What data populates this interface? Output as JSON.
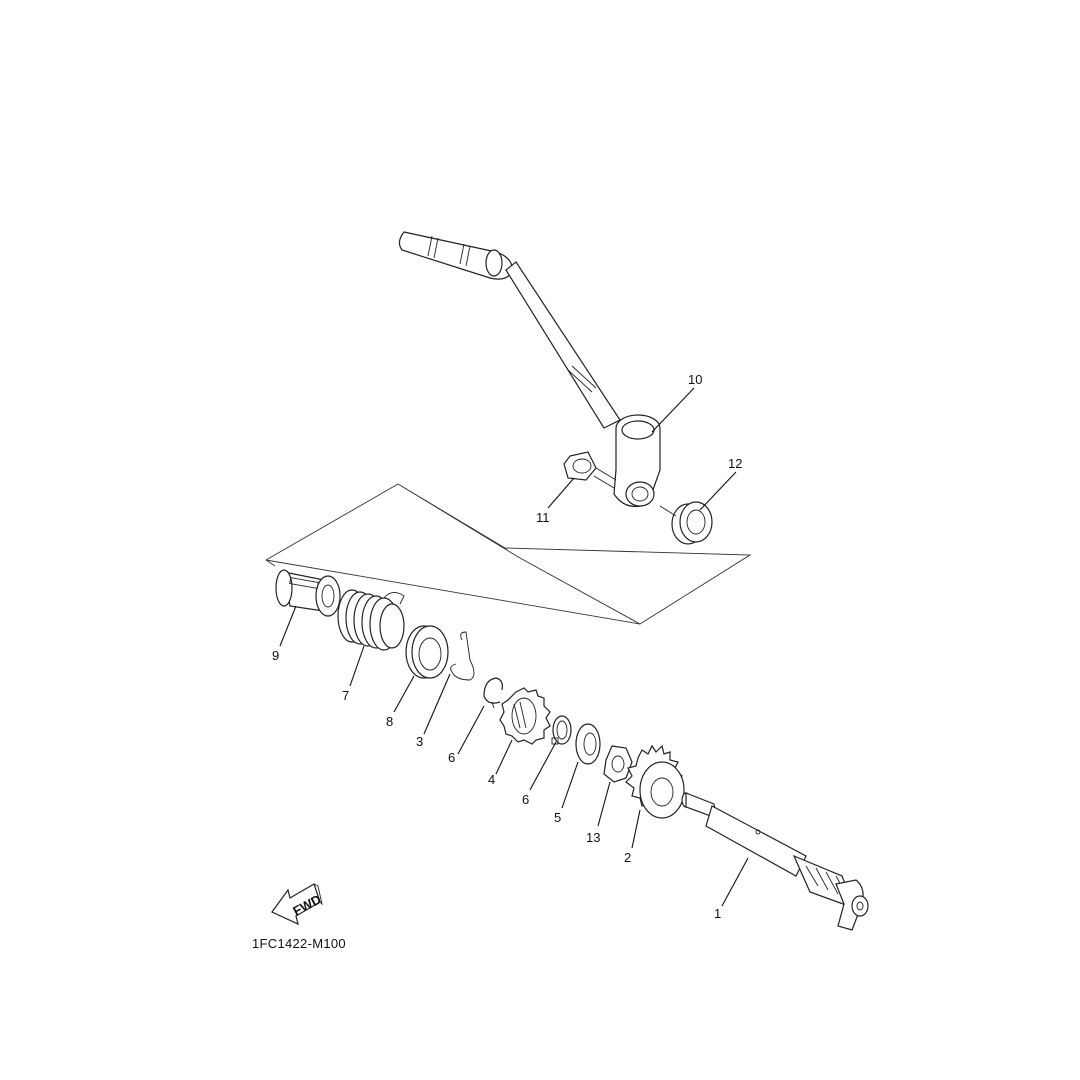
{
  "diagram": {
    "drawing_code": "1FC1422-M100",
    "fwd_label": "FWD",
    "callouts": [
      {
        "id": "c1",
        "text": "1"
      },
      {
        "id": "c2",
        "text": "2"
      },
      {
        "id": "c3",
        "text": "3"
      },
      {
        "id": "c4",
        "text": "4"
      },
      {
        "id": "c5",
        "text": "5"
      },
      {
        "id": "c6a",
        "text": "6"
      },
      {
        "id": "c6b",
        "text": "6"
      },
      {
        "id": "c7",
        "text": "7"
      },
      {
        "id": "c8",
        "text": "8"
      },
      {
        "id": "c9",
        "text": "9"
      },
      {
        "id": "c10",
        "text": "10"
      },
      {
        "id": "c11",
        "text": "11"
      },
      {
        "id": "c12",
        "text": "12"
      },
      {
        "id": "c13",
        "text": "13"
      }
    ]
  }
}
